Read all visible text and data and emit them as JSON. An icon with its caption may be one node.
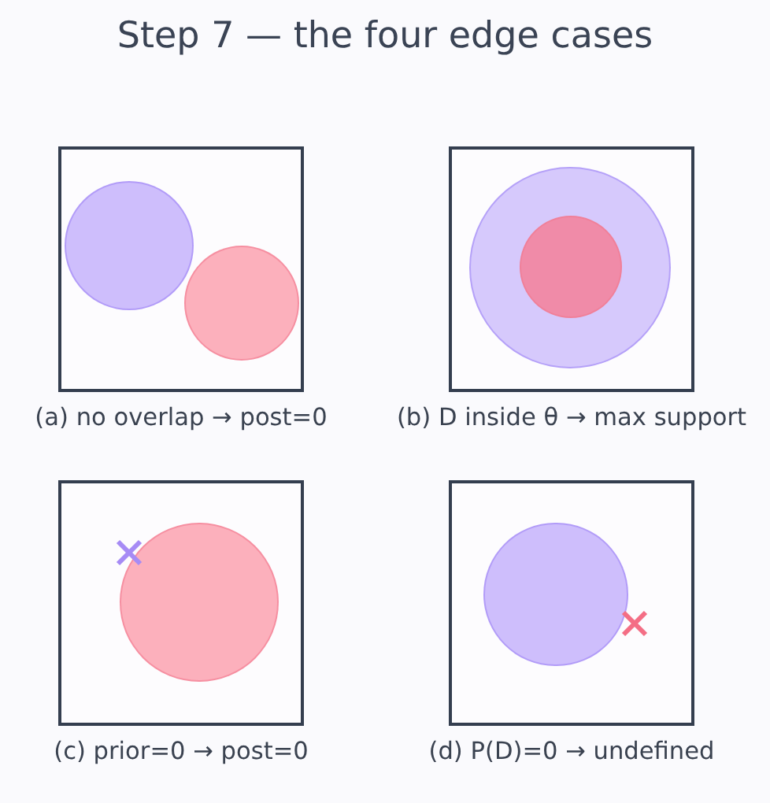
{
  "diagram": {
    "title": "Step 7 — the four edge cases",
    "nodes": [
      {
        "text": [
          "(a) no overlap → post=0"
        ]
      },
      {
        "text": [],
        "shape": "circle",
        "in": 0
      },
      {
        "text": [],
        "shape": "circle",
        "in": 0
      },
      {
        "text": [
          "(b) D inside θ → max support"
        ]
      },
      {
        "text": [],
        "shape": "circle",
        "in": 3
      },
      {
        "text": [],
        "shape": "circle",
        "in": 4
      },
      {
        "text": [
          "(c) prior=0 → post=0"
        ]
      },
      {
        "text": [],
        "shape": "circle",
        "in": 6
      },
      {
        "text": [
          "(d) P(D)=0 → undefined"
        ]
      },
      {
        "text": [],
        "shape": "circle",
        "in": 8
      }
    ]
  }
}
